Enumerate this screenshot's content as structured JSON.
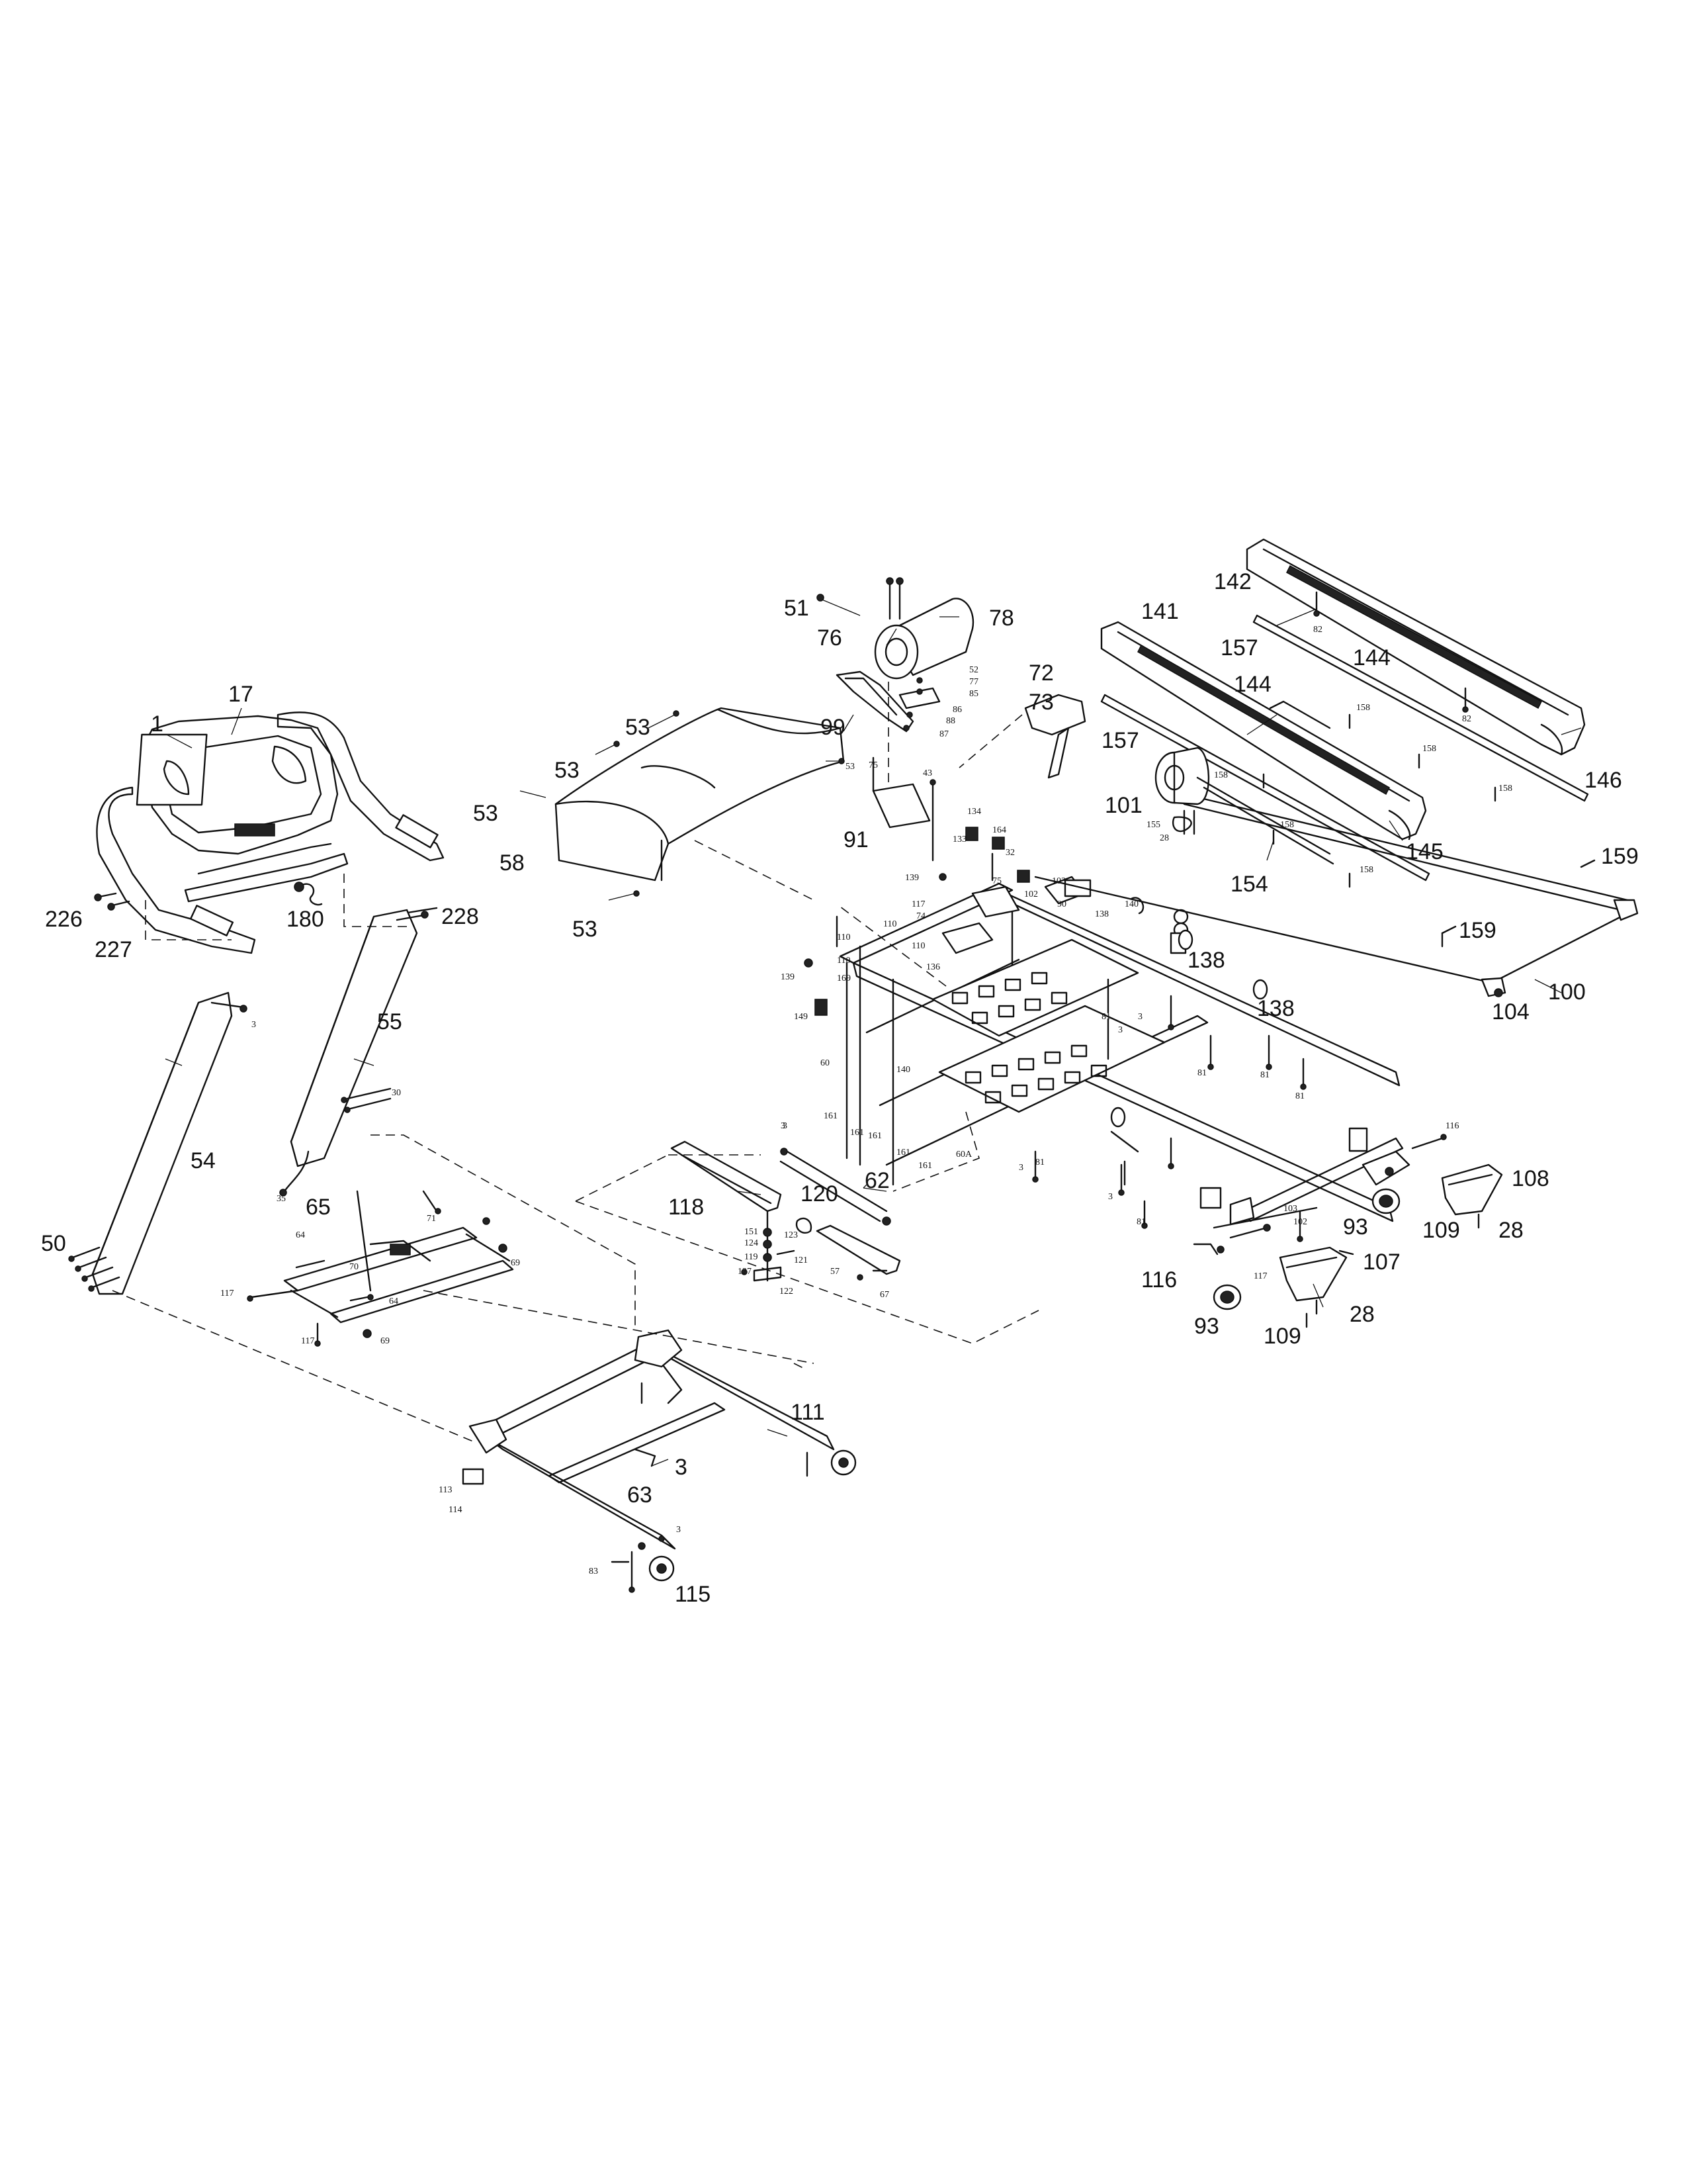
{
  "diagram": {
    "callouts_large": {
      "c1": "1",
      "c17": "17",
      "c226": "226",
      "c227": "227",
      "c180": "180",
      "c228": "228",
      "c54": "54",
      "c55": "55",
      "c50": "50",
      "c65": "65",
      "c53a": "53",
      "c53b": "53",
      "c53c": "53",
      "c58": "58",
      "c53d": "53",
      "c51": "51",
      "c76": "76",
      "c78": "78",
      "c99": "99",
      "c91": "91",
      "c73": "73",
      "c72": "72",
      "c142": "142",
      "c157a": "157",
      "c144a": "144",
      "c141": "141",
      "c144b": "144",
      "c146": "146",
      "c157b": "157",
      "c101": "101",
      "c154": "154",
      "c145": "145",
      "c159a": "159",
      "c159b": "159",
      "c100": "100",
      "c104": "104",
      "c138a": "138",
      "c138b": "138",
      "c118": "118",
      "c120": "120",
      "c62": "62",
      "c108": "108",
      "c109a": "109",
      "c28a": "28",
      "c93a": "93",
      "c116": "116",
      "c107": "107",
      "c93b": "93",
      "c109b": "109",
      "c28b": "28",
      "c111": "111",
      "c3": "3",
      "c63": "63",
      "c115": "115"
    },
    "callouts_small": {
      "s52": "52",
      "s77": "77",
      "s85": "85",
      "s86": "86",
      "s88": "88",
      "s87": "87",
      "s75a": "75",
      "s43": "43",
      "s53e": "53",
      "s134": "134",
      "s164": "164",
      "s133": "133",
      "s32": "32",
      "s139a": "139",
      "s117a": "117",
      "s74": "74",
      "s75b": "75",
      "s102a": "102",
      "s103a": "103",
      "s90": "90",
      "s110a": "110",
      "s110b": "110",
      "s110c": "110",
      "s110d": "110",
      "s169": "169",
      "s136": "136",
      "s139b": "139",
      "s149": "149",
      "s60": "60",
      "s140a": "140",
      "s161a": "161",
      "s161b": "161",
      "s161c": "161",
      "s161d": "161",
      "s161e": "161",
      "s60A": "60A",
      "s138c": "138",
      "s140b": "140",
      "s81a": "81",
      "s81b": "81",
      "s81c": "81",
      "s81d": "81",
      "s81e": "81",
      "s81f": "81",
      "s3a": "3",
      "s3b": "3",
      "s3c": "3",
      "s3d": "3",
      "s82a": "82",
      "s82b": "82",
      "s158a": "158",
      "s158b": "158",
      "s158c": "158",
      "s158d": "158",
      "s158e": "158",
      "s158f": "158",
      "s155": "155",
      "s28c": "28",
      "s116": "116",
      "s103b": "103",
      "s102b": "102",
      "s117b": "117",
      "s3e": "3",
      "s30": "30",
      "s35": "35",
      "s3f": "3",
      "s64a": "64",
      "s71": "71",
      "s70": "70",
      "s69a": "69",
      "s117c": "117",
      "s64b": "64",
      "s117d": "117",
      "s69b": "69",
      "s3g": "3",
      "s151": "151",
      "s124": "124",
      "s119": "119",
      "s127": "127",
      "s123": "123",
      "s121": "121",
      "s122": "122",
      "s57": "57",
      "s67": "67",
      "s113": "113",
      "s114": "114",
      "s3h": "3",
      "s83": "83"
    }
  }
}
